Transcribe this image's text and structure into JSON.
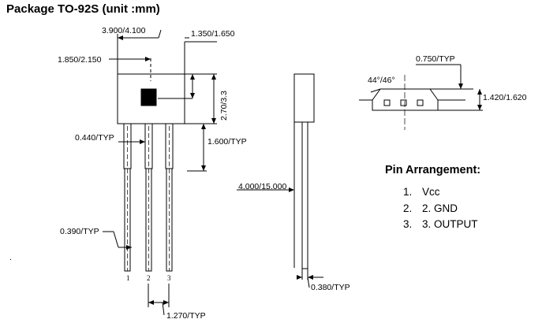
{
  "title": "Package TO-92S (unit :mm)",
  "front_view": {
    "body_width": "3.900/4.100",
    "pin_spacing_outer": "1.850/2.150",
    "top_offset": "1.350/1.650",
    "body_height": "2.70/3.3",
    "pin_width": "0.440/TYP",
    "shoulder_height": "1.600/TYP",
    "pin_thickness": "0.390/TYP",
    "pitch": "1.270/TYP",
    "pin_labels": [
      "1",
      "2",
      "3"
    ]
  },
  "side_view": {
    "lead_length": "4.000/15.000",
    "lead_thickness": "0.380/TYP"
  },
  "top_view": {
    "chamfer_angle": "44°/46°",
    "edge_width": "0.750/TYP",
    "depth": "1.420/1.620"
  },
  "pin_arrangement": {
    "title": "Pin Arrangement:",
    "items": [
      {
        "num": "1.",
        "label": "Vcc"
      },
      {
        "num": "2.",
        "label": "2. GND"
      },
      {
        "num": "3.",
        "label": "3. OUTPUT"
      }
    ]
  }
}
